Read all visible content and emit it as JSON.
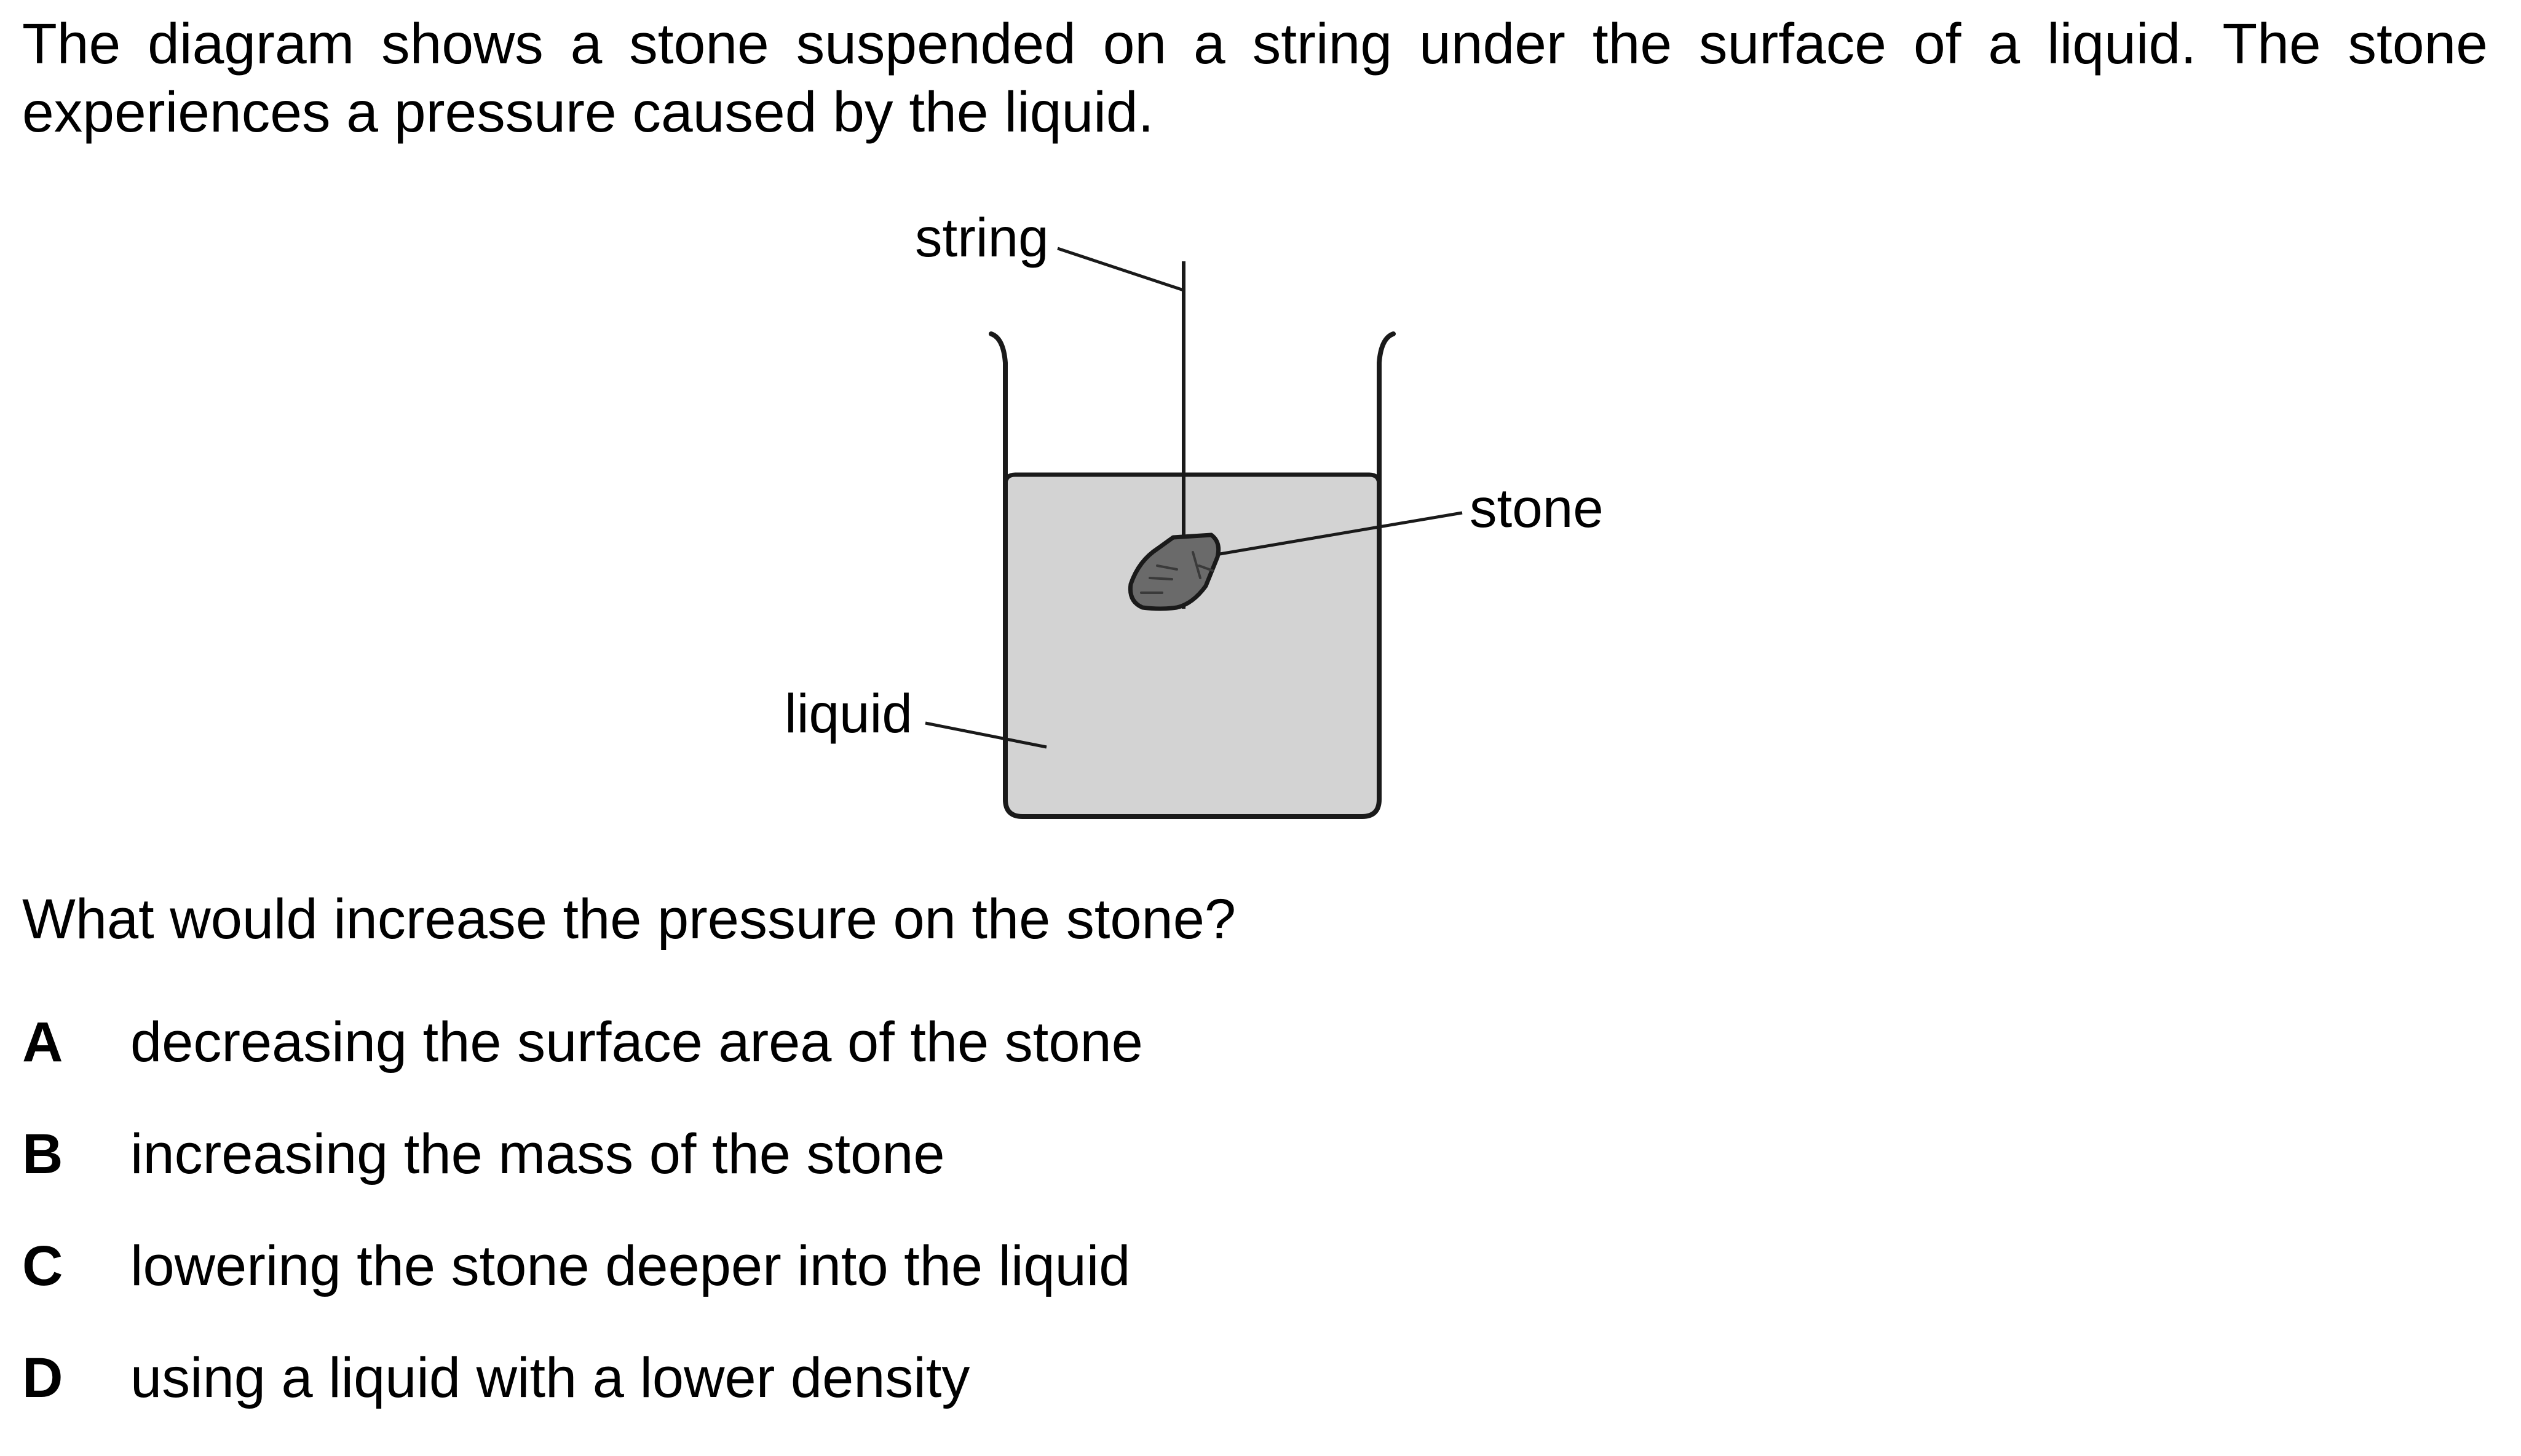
{
  "intro": {
    "text": "The diagram shows a stone suspended on a string under the surface of a liquid. The stone experiences a pressure caused by the liquid."
  },
  "diagram": {
    "labels": {
      "string": "string",
      "stone": "stone",
      "liquid": "liquid"
    },
    "colors": {
      "liquid_fill": "#d3d3d3",
      "stone_fill": "#6a6a6a",
      "outline": "#1a1a1a"
    }
  },
  "question": {
    "text": "What would increase the pressure on the stone?"
  },
  "options": [
    {
      "letter": "A",
      "text": "decreasing the surface area of the stone"
    },
    {
      "letter": "B",
      "text": "increasing the mass of the stone"
    },
    {
      "letter": "C",
      "text": "lowering the stone deeper into the liquid"
    },
    {
      "letter": "D",
      "text": "using a liquid with a lower density"
    }
  ]
}
